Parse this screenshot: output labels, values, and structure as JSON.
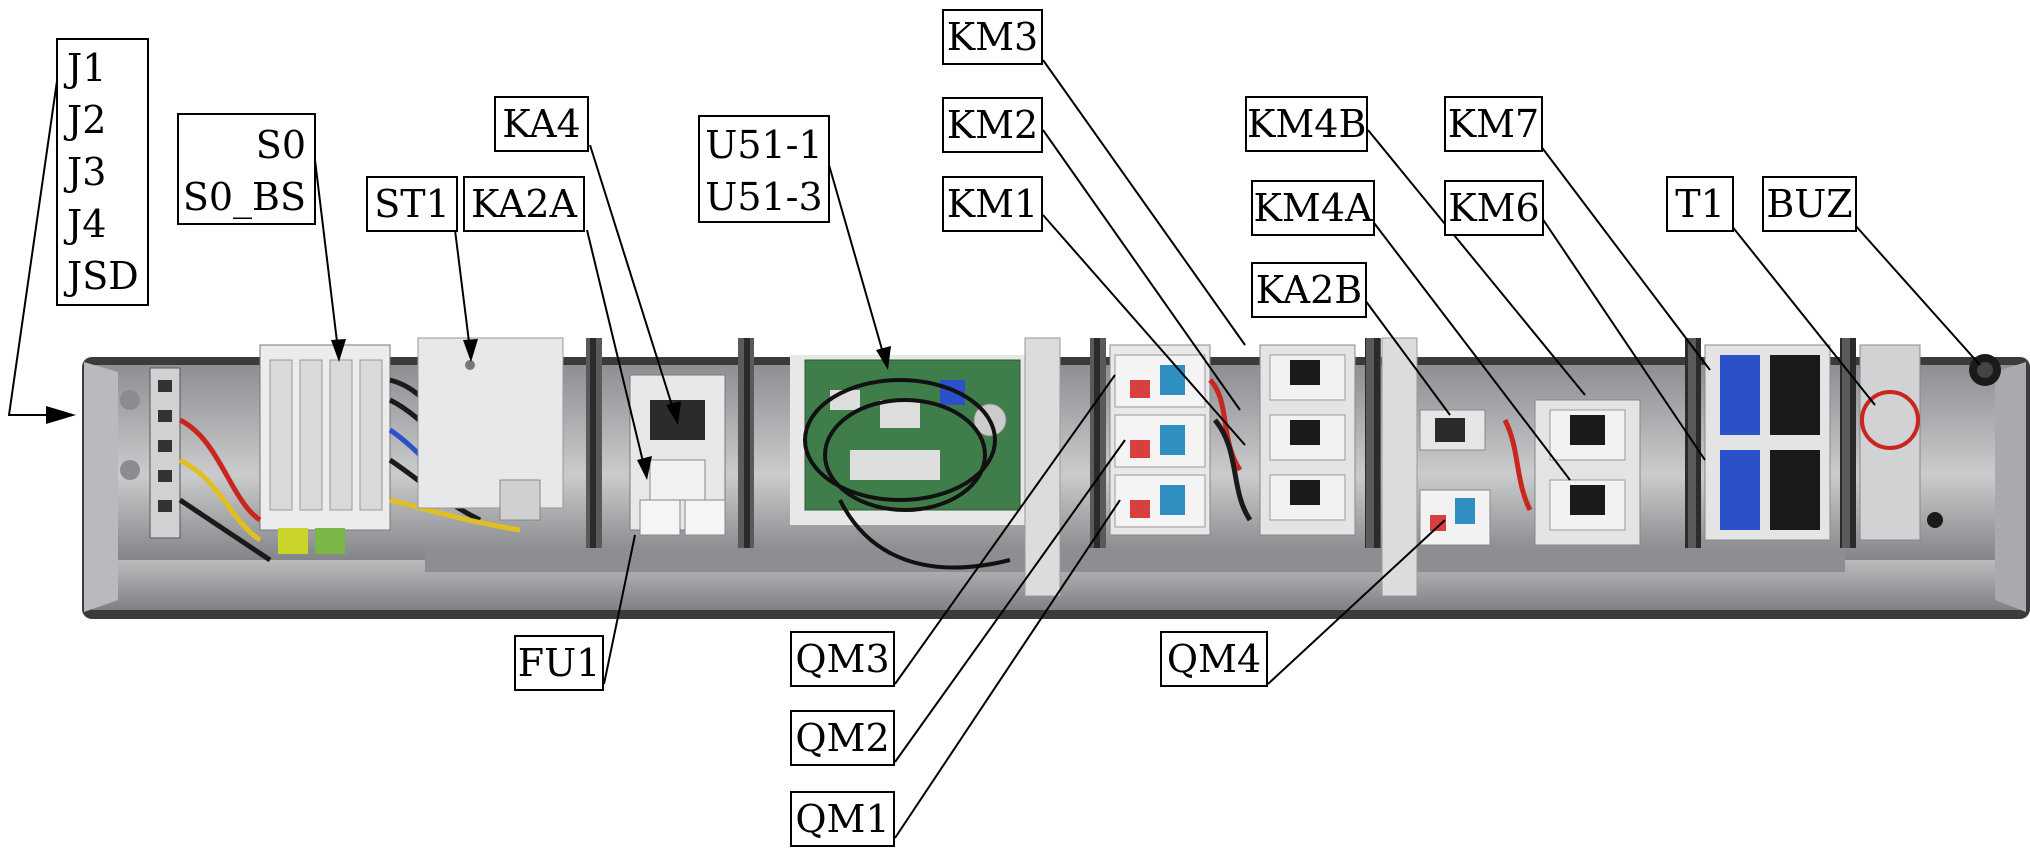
{
  "diagram": {
    "labels": [
      {
        "id": "J",
        "lines": [
          "J1",
          "J2",
          "J3",
          "J4",
          "JSD"
        ]
      },
      {
        "id": "S0",
        "lines": [
          "S0",
          "S0_BS"
        ]
      },
      {
        "id": "ST1",
        "lines": [
          "ST1"
        ]
      },
      {
        "id": "KA2A",
        "lines": [
          "KA2A"
        ]
      },
      {
        "id": "KA4",
        "lines": [
          "KA4"
        ]
      },
      {
        "id": "U51",
        "lines": [
          "U51-1",
          "U51-3"
        ]
      },
      {
        "id": "KM3",
        "lines": [
          "KM3"
        ]
      },
      {
        "id": "KM2",
        "lines": [
          "KM2"
        ]
      },
      {
        "id": "KM1",
        "lines": [
          "KM1"
        ]
      },
      {
        "id": "KM4B",
        "lines": [
          "KM4B"
        ]
      },
      {
        "id": "KM4A",
        "lines": [
          "KM4A"
        ]
      },
      {
        "id": "KA2B",
        "lines": [
          "KA2B"
        ]
      },
      {
        "id": "KM7",
        "lines": [
          "KM7"
        ]
      },
      {
        "id": "KM6",
        "lines": [
          "KM6"
        ]
      },
      {
        "id": "T1",
        "lines": [
          "T1"
        ]
      },
      {
        "id": "BUZ",
        "lines": [
          "BUZ"
        ]
      },
      {
        "id": "FU1",
        "lines": [
          "FU1"
        ]
      },
      {
        "id": "QM3",
        "lines": [
          "QM3"
        ]
      },
      {
        "id": "QM2",
        "lines": [
          "QM2"
        ]
      },
      {
        "id": "QM1",
        "lines": [
          "QM1"
        ]
      },
      {
        "id": "QM4",
        "lines": [
          "QM4"
        ]
      }
    ],
    "colors": {
      "wire_black": "#1a1a1a",
      "wire_red": "#c8261e",
      "wire_blue": "#2b50c8",
      "wire_yellow": "#e0c020",
      "pcb_green": "#3f7d4a",
      "breaker_blue": "#2f8fc0",
      "breaker_red": "#d84040",
      "panel_steel": "#9a9a9a"
    }
  }
}
